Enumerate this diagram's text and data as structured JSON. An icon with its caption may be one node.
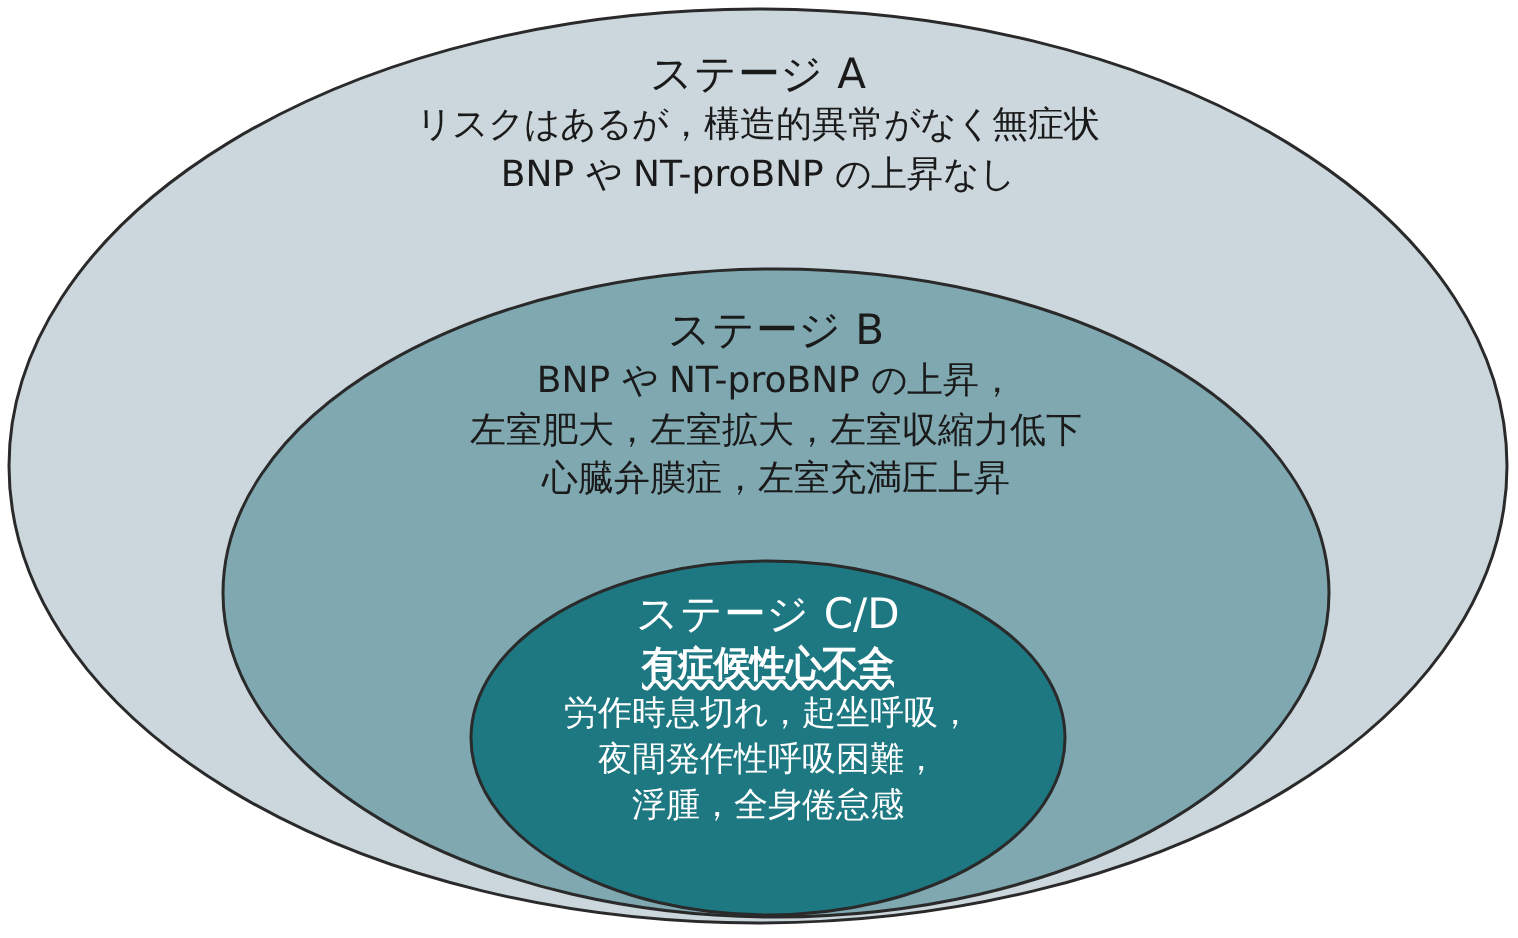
{
  "diagram": {
    "nodes": [
      {
        "text": [
          "ステージ A",
          "リスクはあるが，構造的異常がなく無症状",
          "BNP や NT-proBNP の上昇なし"
        ]
      },
      {
        "text": [
          "ステージ B",
          "BNP や NT-proBNP の上昇，",
          "左室肥大，左室拡大，左室収縮力低下",
          "心臓弁膜症，左室充満圧上昇"
        ],
        "in": 0
      },
      {
        "text": [
          "ステージ C/D",
          "有症候性心不全",
          "労作時息切れ，起坐呼吸，",
          "夜間発作性呼吸困難，",
          "浮腫，全身倦怠感"
        ],
        "in": 1
      }
    ],
    "edges": []
  }
}
